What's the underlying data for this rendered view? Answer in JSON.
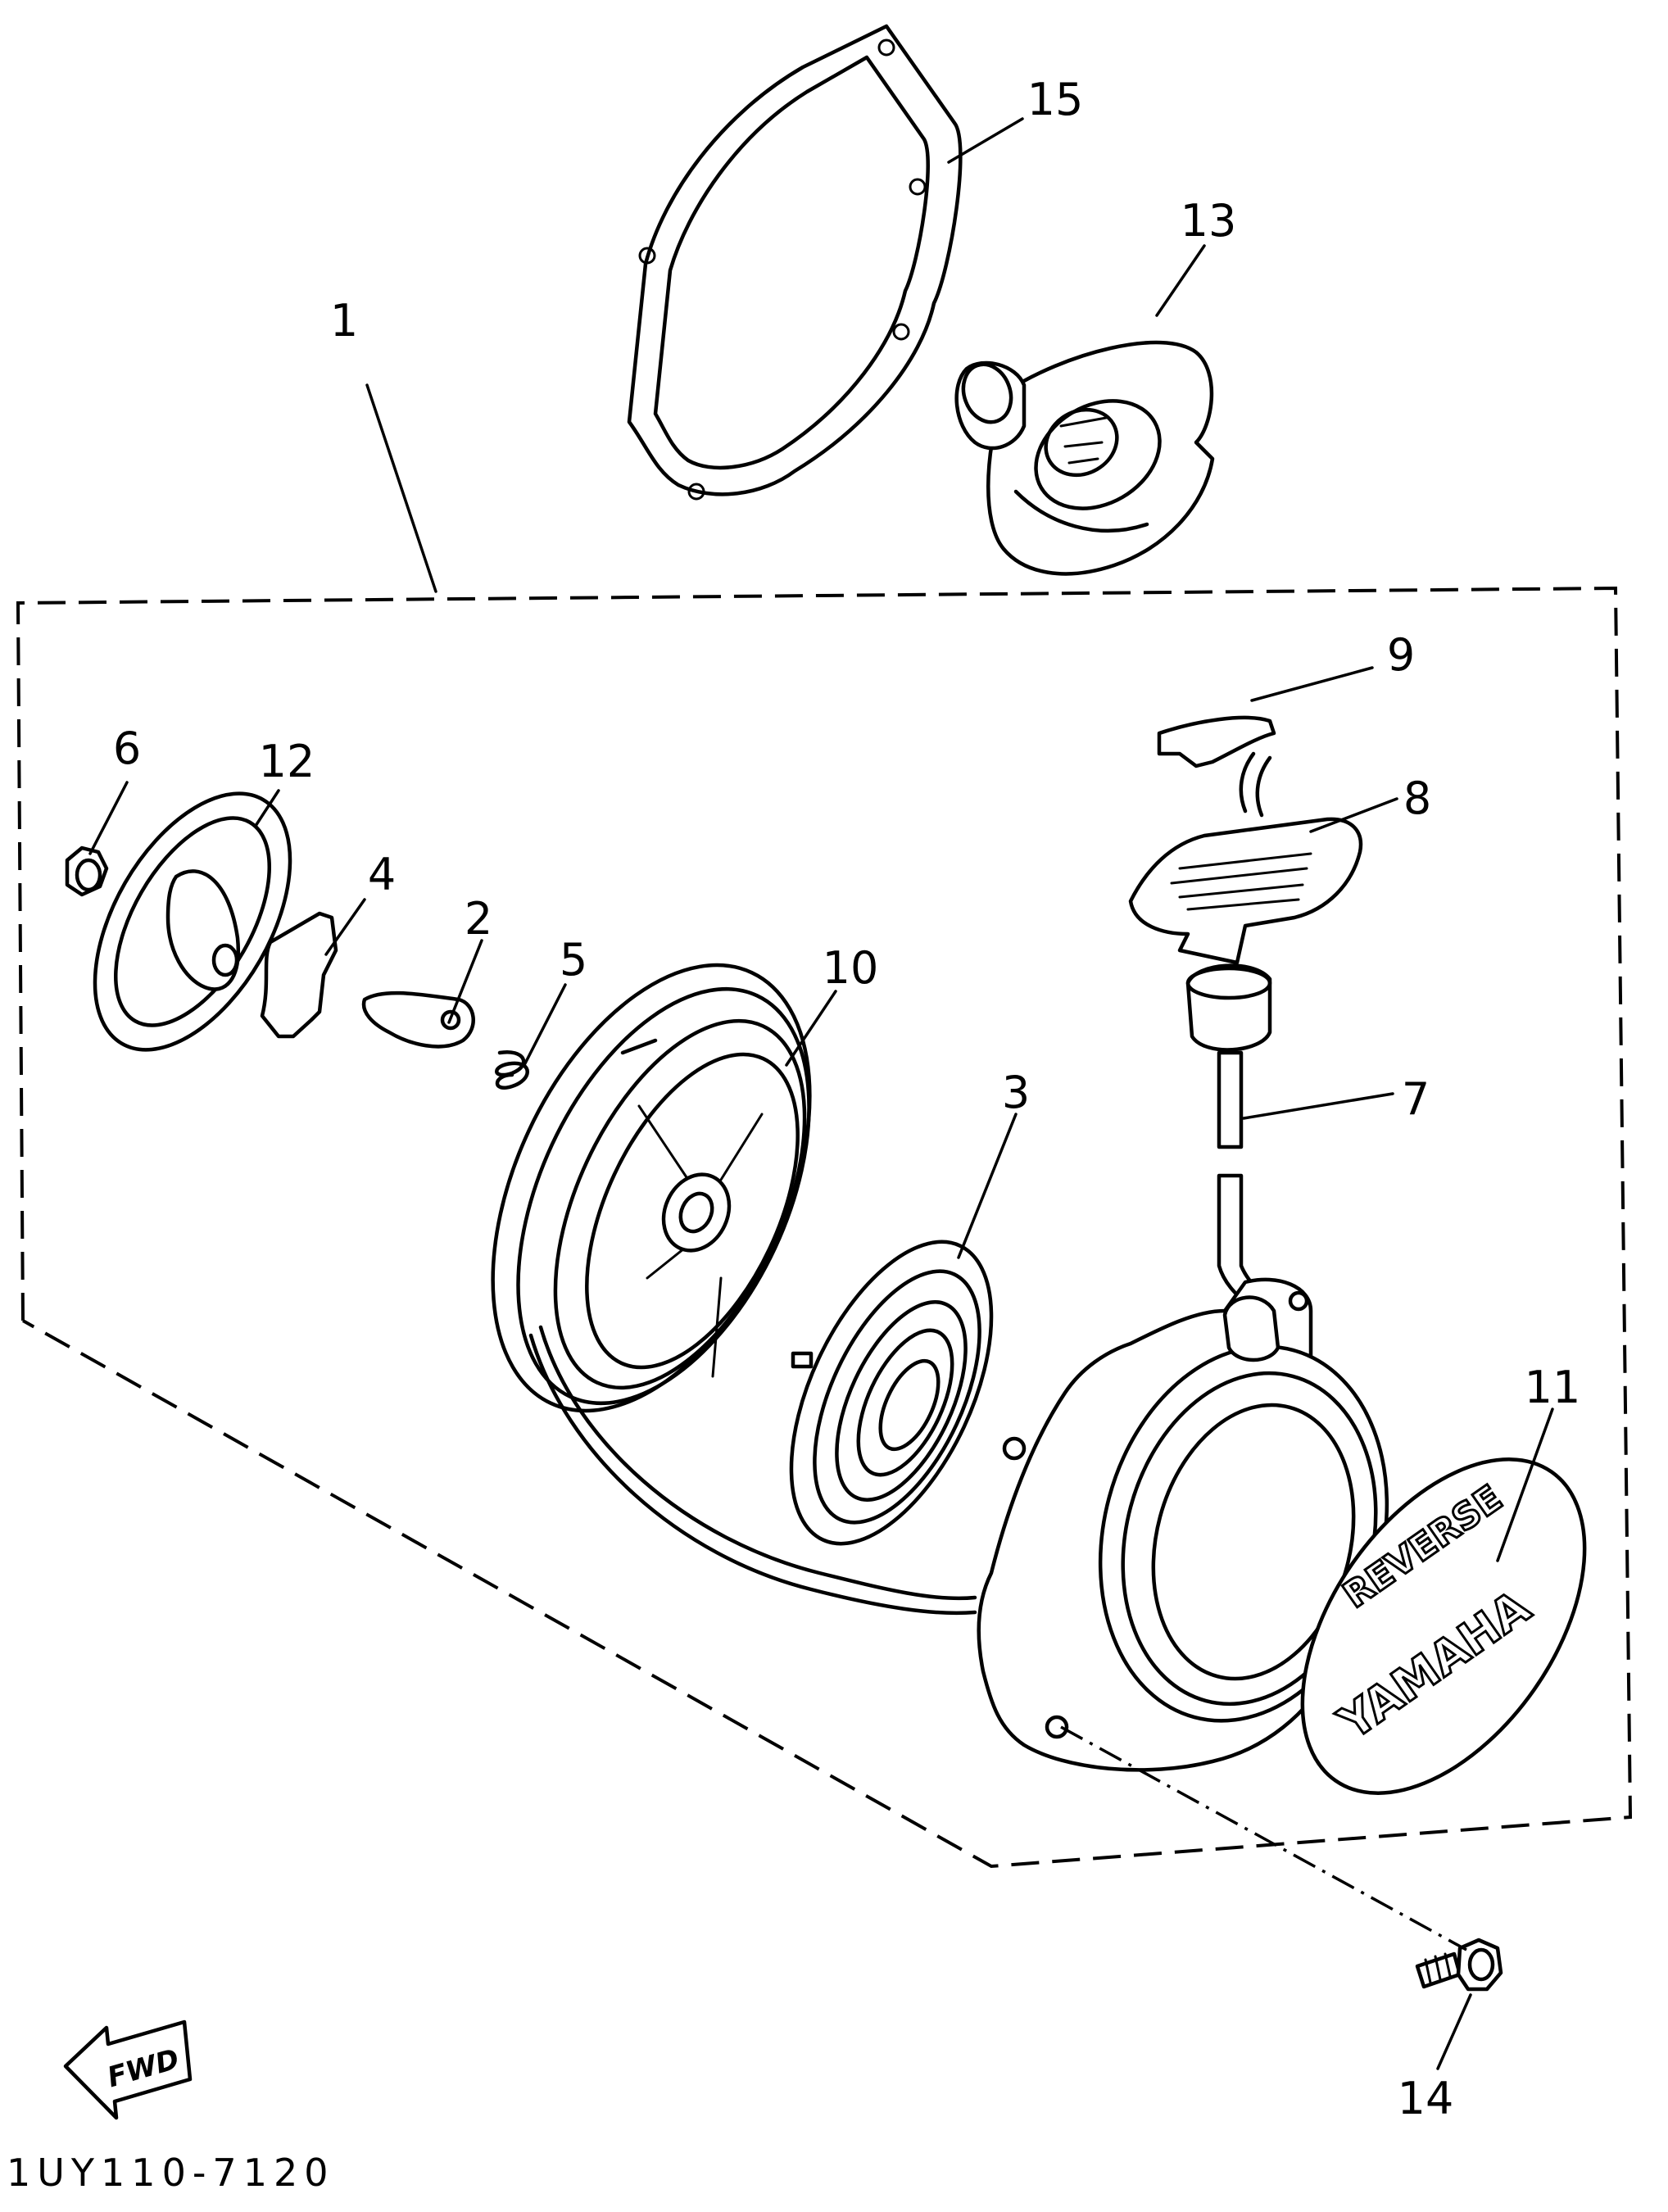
{
  "callouts": [
    {
      "id": "part-1",
      "label": "1"
    },
    {
      "id": "part-2",
      "label": "2"
    },
    {
      "id": "part-3",
      "label": "3"
    },
    {
      "id": "part-4",
      "label": "4"
    },
    {
      "id": "part-5",
      "label": "5"
    },
    {
      "id": "part-6",
      "label": "6"
    },
    {
      "id": "part-7",
      "label": "7"
    },
    {
      "id": "part-8",
      "label": "8"
    },
    {
      "id": "part-9",
      "label": "9"
    },
    {
      "id": "part-10",
      "label": "10"
    },
    {
      "id": "part-11",
      "label": "11"
    },
    {
      "id": "part-12",
      "label": "12"
    },
    {
      "id": "part-13",
      "label": "13"
    },
    {
      "id": "part-14",
      "label": "14"
    },
    {
      "id": "part-15",
      "label": "15"
    }
  ],
  "emblem": {
    "top_text": "REVERSE",
    "brand_text": "YAMAHA"
  },
  "direction_badge": "FWD",
  "drawing_code": "1UY110-7120"
}
